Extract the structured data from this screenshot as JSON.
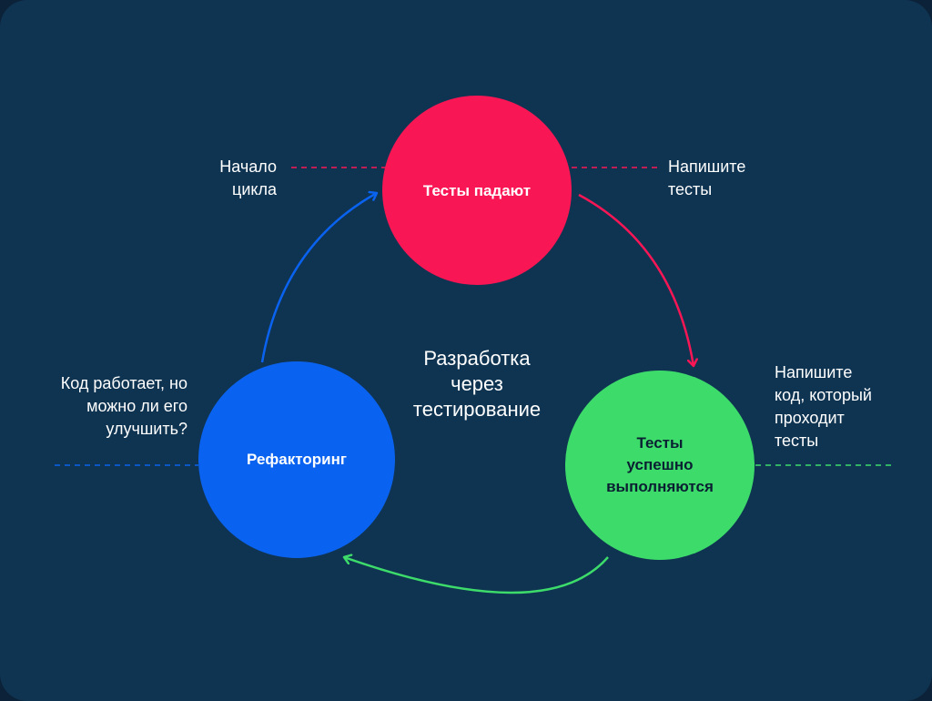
{
  "colors": {
    "background": "#0f3452",
    "red": "#f81655",
    "green": "#3ddc6a",
    "blue": "#0a63f0",
    "text": "#ffffff",
    "dark_text": "#0b1f33"
  },
  "diagram": {
    "title": "Разработка\nчерез\nтестирование",
    "nodes": {
      "red": {
        "label": "Тесты падают"
      },
      "green": {
        "label": "Тесты\nуспешно\nвыполняются"
      },
      "blue": {
        "label": "Рефакторинг"
      }
    },
    "notes": {
      "start": "Начало\nцикла",
      "write_tests": "Напишите\nтесты",
      "write_code": "Напишите\nкод, который\nпроходит\nтесты",
      "refactor_question": "Код работает, но\nможно ли его\nулучшить?"
    }
  }
}
